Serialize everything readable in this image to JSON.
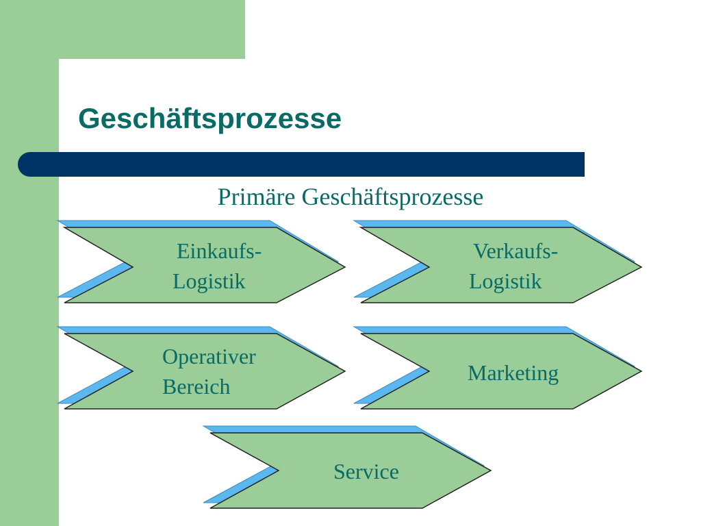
{
  "title": "Geschäftsprozesse",
  "subtitle": "Primäre Geschäftsprozesse",
  "colors": {
    "band": "#9acd98",
    "title": "#0a6a64",
    "bar": "#003366",
    "chevron_fill": "#9acd98",
    "chevron_shadow": "#5bb8ee"
  },
  "processes": [
    {
      "line1": "Einkaufs-",
      "line2": "Logistik"
    },
    {
      "line1": "Verkaufs-",
      "line2": "Logistik"
    },
    {
      "line1": "Operativer",
      "line2": "Bereich"
    },
    {
      "line1": "Marketing",
      "line2": ""
    },
    {
      "line1": "Service",
      "line2": ""
    }
  ]
}
